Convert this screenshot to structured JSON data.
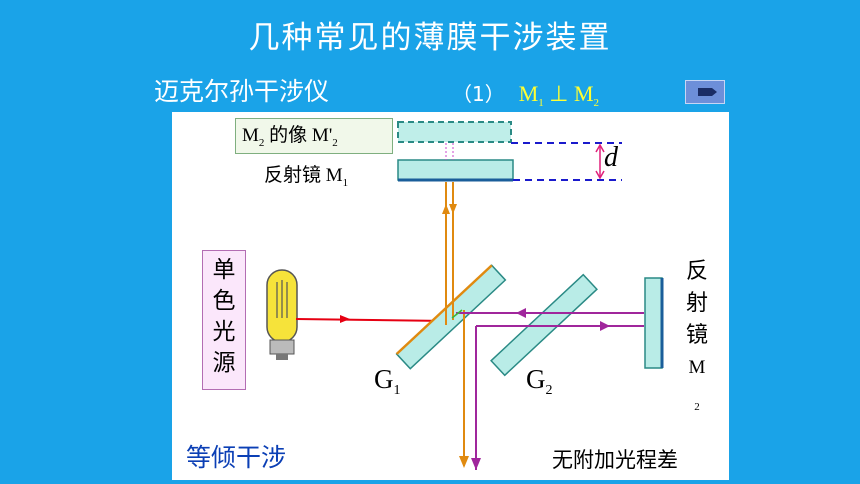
{
  "slide": {
    "title": "几种常见的薄膜干涉装置",
    "subtitle": "迈克尔孙干涉仪",
    "condition_prefix": "（1）",
    "condition_m1": "M",
    "condition_m1_sub": "1",
    "condition_perp": " ⊥ ",
    "condition_m2": "M",
    "condition_m2_sub": "2"
  },
  "nav_button": {
    "icon": "play-icon"
  },
  "diagram": {
    "m2_image_label_a": "M",
    "m2_image_label_a_sub": "2",
    "m2_image_label_b": " 的像 ",
    "m2_image_label_c": "M'",
    "m2_image_label_c_sub": "2",
    "m1_label": "反射镜 M",
    "m1_label_sub": "1",
    "d_label": "d",
    "source_chars": [
      "单",
      "色",
      "光",
      "源"
    ],
    "m2_chars": [
      "反",
      "射",
      "镜"
    ],
    "m2_symbol": "M",
    "m2_symbol_sub": "2",
    "g1": "G",
    "g1_sub": "1",
    "g2": "G",
    "g2_sub": "2"
  },
  "bottom": {
    "left_text": "等倾干涉",
    "right_text": "无附加光程差"
  },
  "colors": {
    "background": "#1aa3e8",
    "mirror_fill": "#b9ece7",
    "mirror_edge": "#2a8a85",
    "beam_red": "#e60012",
    "beam_orange": "#e08a10",
    "beam_purple": "#a0269c",
    "dashed": "#1a1acc",
    "title_text": "#ffffff",
    "condition_text": "#ffff33"
  }
}
